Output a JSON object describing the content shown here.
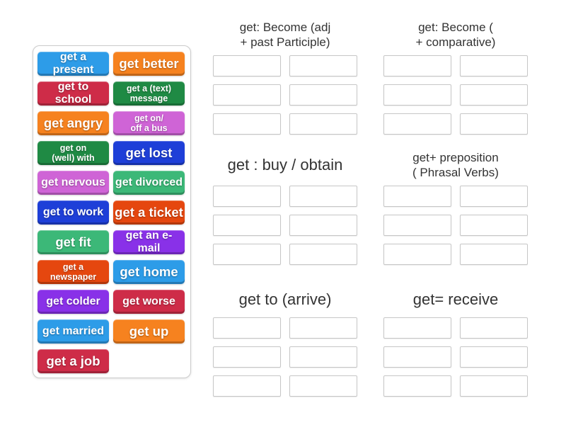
{
  "activity": {
    "type": "group-sort",
    "header_text_color": "#333333",
    "slot_border_color": "#c6c6c6",
    "bank_border_color": "#cccccc"
  },
  "tile_bank": {
    "columns": [
      [
        {
          "label": "get a present",
          "color": "#2d9ce8",
          "size": "md"
        },
        {
          "label": "get to school",
          "color": "#ce2c48",
          "size": "md"
        },
        {
          "label": "get angry",
          "color": "#f6821f",
          "size": "lg"
        },
        {
          "label": "get on\n(well) with",
          "color": "#1f8a44",
          "size": "sm"
        },
        {
          "label": "get nervous",
          "color": "#cf64d6",
          "size": "md"
        },
        {
          "label": "get to work",
          "color": "#1e3fd8",
          "size": "md"
        },
        {
          "label": "get fit",
          "color": "#3cb878",
          "size": "lg"
        },
        {
          "label": "get a\nnewspaper",
          "color": "#e5470f",
          "size": "sm"
        },
        {
          "label": "get colder",
          "color": "#8931e8",
          "size": "md"
        },
        {
          "label": "get married",
          "color": "#2d9ce8",
          "size": "md"
        },
        {
          "label": "get a job",
          "color": "#ce2c48",
          "size": "lg"
        }
      ],
      [
        {
          "label": "get better",
          "color": "#f6821f",
          "size": "lg"
        },
        {
          "label": "get a (text)\nmessage",
          "color": "#1f8a44",
          "size": "sm"
        },
        {
          "label": "get on/\noff a bus",
          "color": "#cf64d6",
          "size": "sm"
        },
        {
          "label": "get lost",
          "color": "#1e3fd8",
          "size": "lg"
        },
        {
          "label": "get divorced",
          "color": "#3cb878",
          "size": "md"
        },
        {
          "label": "get a ticket",
          "color": "#e5470f",
          "size": "lg"
        },
        {
          "label": "get an e-mail",
          "color": "#8931e8",
          "size": "md"
        },
        {
          "label": "get home",
          "color": "#2d9ce8",
          "size": "lg"
        },
        {
          "label": "get worse",
          "color": "#ce2c48",
          "size": "md"
        },
        {
          "label": "get up",
          "color": "#f6821f",
          "size": "lg"
        }
      ]
    ]
  },
  "groups": [
    {
      "title": "get: Become (adj\n+ past Participle)",
      "title_size": "sm",
      "slots": 6
    },
    {
      "title": "get: Become (\n+ comparative)",
      "title_size": "sm",
      "slots": 6
    },
    {
      "title": "get : buy / obtain",
      "title_size": "lg",
      "slots": 6
    },
    {
      "title": "get+ preposition\n( Phrasal Verbs)",
      "title_size": "sm",
      "slots": 6
    },
    {
      "title": "get to (arrive)",
      "title_size": "lg",
      "slots": 6
    },
    {
      "title": "get= receive",
      "title_size": "lg",
      "slots": 6
    }
  ]
}
